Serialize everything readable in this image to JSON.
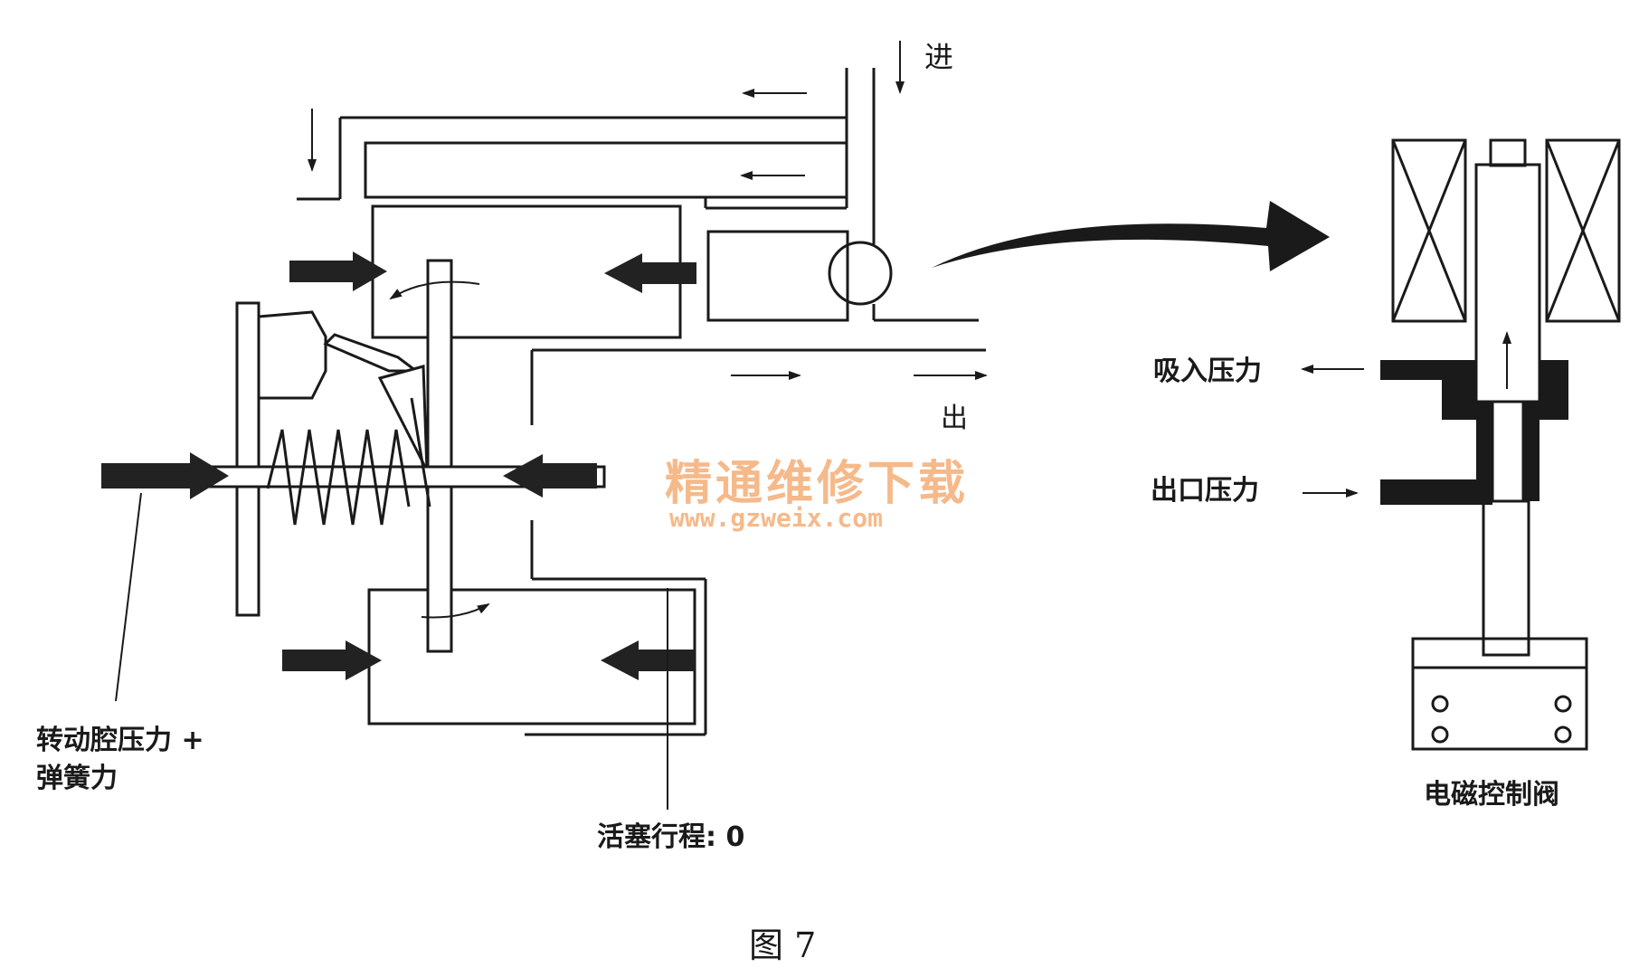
{
  "labels": {
    "inlet": "进",
    "outlet": "出",
    "rotary_chamber": "转动腔压力 +",
    "spring_force": "弹簧力",
    "piston_stroke": "活塞行程: 0",
    "suction_pressure": "吸入压力",
    "outlet_pressure": "出口压力",
    "solenoid_valve": "电磁控制阀",
    "figure_caption": "图 7"
  },
  "watermark": {
    "text": "精通维修下载",
    "url": "www.gzweix.com",
    "color": "#f5b98a"
  },
  "colors": {
    "line": "#1a1a1a",
    "arrow_fill": "#222222",
    "background": "#ffffff"
  }
}
